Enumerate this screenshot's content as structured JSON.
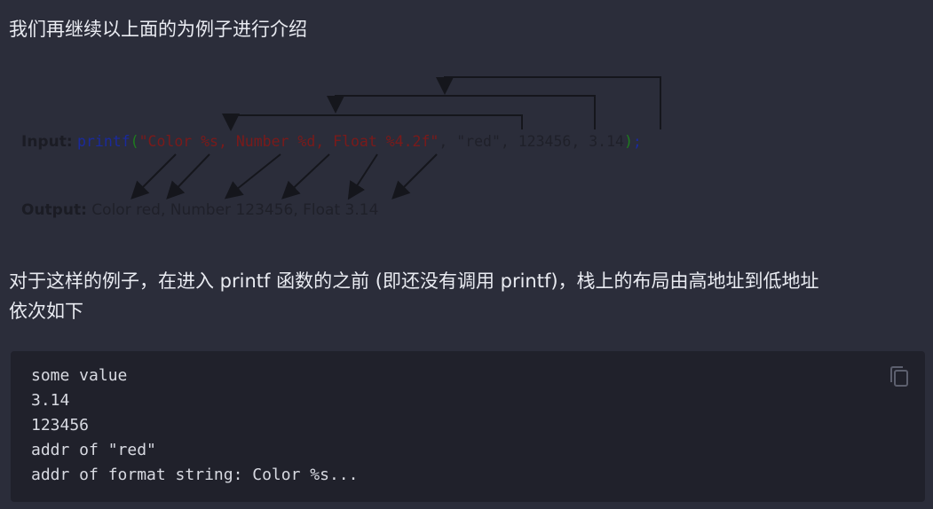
{
  "intro_text": "我们再继续以上面的为例子进行介绍",
  "figure": {
    "input_label": "Input:",
    "call_fn": "printf",
    "call_open": "(",
    "call_format": "\"Color %s, Number %d, Float %4.2f\"",
    "call_args": ", \"red\", 123456, 3.14",
    "call_close": ")",
    "call_semicolon": ";",
    "output_label": "Output:",
    "output_value": "Color red, Number 123456, Float 3.14"
  },
  "body_text_line1": "对于这样的例子，在进入 printf 函数的之前 (即还没有调用 printf)，栈上的布局由高地址到低地址",
  "body_text_line2": "依次如下",
  "code_block": {
    "lines": [
      "some value",
      "3.14",
      "123456",
      "addr of \"red\"",
      "addr of format string: Color %s..."
    ],
    "copy_icon": "copy-icon"
  }
}
